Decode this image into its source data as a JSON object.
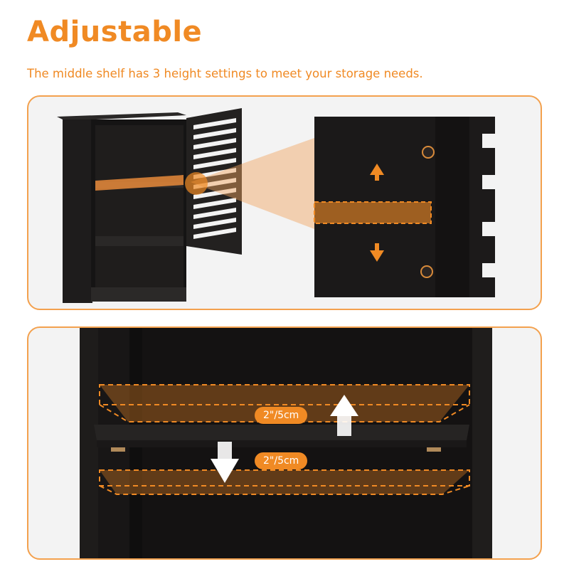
{
  "header": {
    "title": "Adjustable",
    "subtitle": "The middle shelf has 3 height settings to meet your storage needs."
  },
  "detail": {
    "label_up": "2\"/5cm",
    "label_down": "2\"/5cm"
  },
  "colors": {
    "accent": "#f08a24",
    "cabinet": "#1c1a1a",
    "panel_bg": "#f3f3f3"
  }
}
